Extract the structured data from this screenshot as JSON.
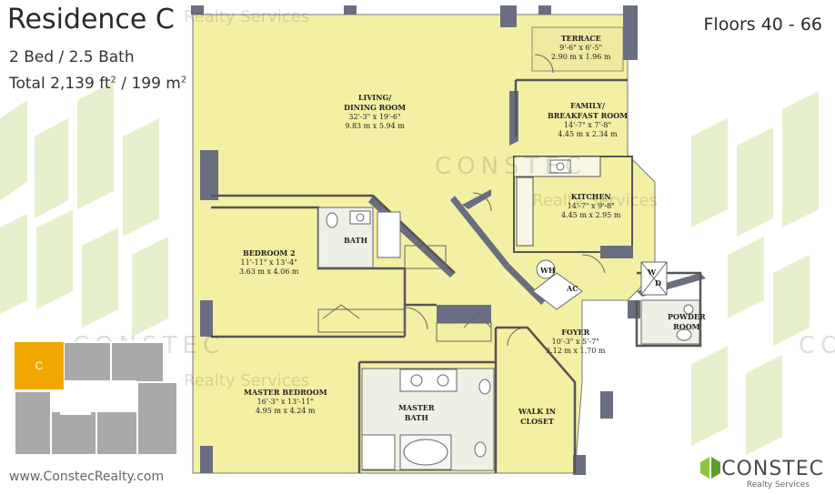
{
  "header": {
    "title": "Residence C",
    "bed_bath": "2 Bed / 2.5 Bath",
    "total_prefix": "Total 2,139 ft",
    "total_mid": " / 199 m",
    "sup": "2",
    "floors": "Floors 40 - 66"
  },
  "rooms": {
    "terrace": {
      "name": "TERRACE",
      "imperial": "9'-6\" x 6'-5\"",
      "metric": "2.90 m x 1.96 m"
    },
    "living": {
      "name1": "LIVING/",
      "name2": "DINING ROOM",
      "imperial": "32'-3\" x 19'-6\"",
      "metric": "9.83 m x 5.94 m"
    },
    "family": {
      "name1": "FAMILY/",
      "name2": "BREAKFAST ROOM",
      "imperial": "14'-7\" x 7'-8\"",
      "metric": "4.45 m x 2.34 m"
    },
    "kitchen": {
      "name": "KITCHEN",
      "imperial": "14'-7\" x 9'-8\"",
      "metric": "4.45 m x 2.95 m"
    },
    "bedroom2": {
      "name": "BEDROOM 2",
      "imperial": "11'-11\" x 13'-4\"",
      "metric": "3.63 m x 4.06 m"
    },
    "bath": {
      "name": "BATH"
    },
    "master_bedroom": {
      "name": "MASTER BEDROOM",
      "imperial": "16'-3\" x 13'-11\"",
      "metric": "4.95 m x 4.24 m"
    },
    "master_bath": {
      "name1": "MASTER",
      "name2": "BATH"
    },
    "walk_in": {
      "name1": "WALK IN",
      "name2": "CLOSET"
    },
    "foyer": {
      "name": "FOYER",
      "imperial": "10'-3\" x 5'-7\"",
      "metric": "3.12 m x 1.70 m"
    },
    "powder": {
      "name1": "POWDER",
      "name2": "ROOM"
    },
    "wh": "WH",
    "ac": "AC",
    "w": "W",
    "d": "D"
  },
  "keymap": {
    "unit_label": "C"
  },
  "footer": {
    "website": "www.ConstecRealty.com"
  },
  "logo": {
    "name": "CONSTEC",
    "tagline": "Realty Services"
  },
  "watermark": {
    "name": "CONSTEC",
    "tagline": "Realty Services"
  },
  "colors": {
    "floor": "#f3f0a4",
    "walls": "#6b6e80",
    "accent": "#f2a800",
    "background_shapes": "#e6f0c9",
    "logo_green": "#8cc63f"
  }
}
